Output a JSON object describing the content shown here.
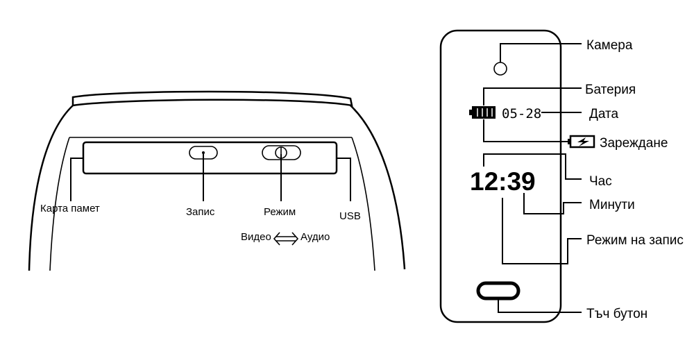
{
  "top_view": {
    "labels": {
      "memory_card": "Карта памет",
      "record": "Запис",
      "mode": "Режим",
      "usb": "USB",
      "video": "Видео",
      "audio": "Аудио"
    },
    "icons": {
      "mode_arrow": "double-arrow-icon"
    }
  },
  "front_view": {
    "screen": {
      "date": "05-28",
      "time": "12:39"
    },
    "labels": {
      "camera": "Камера",
      "battery": "Батерия",
      "date": "Дата",
      "charging": "Зареждане",
      "hour": "Час",
      "minutes": "Минути",
      "record_mode": "Режим на запис",
      "touch_button": "Тъч бутон"
    },
    "icons": {
      "battery": "battery-icon",
      "charging": "charging-icon",
      "camera": "camera-lens-icon",
      "touch_button": "touch-button-icon"
    }
  }
}
